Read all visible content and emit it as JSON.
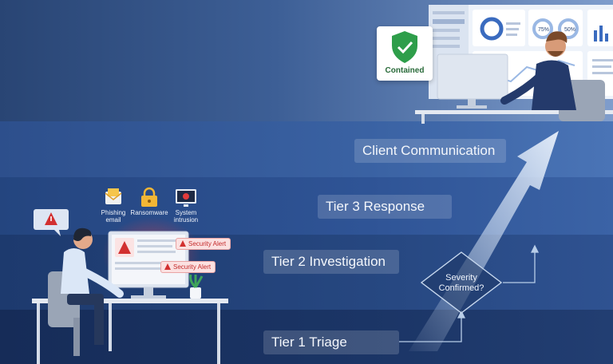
{
  "tiers": {
    "client_communication": "Client Communication",
    "tier3": "Tier 3 Response",
    "tier2": "Tier 2 Investigation",
    "tier1": "Tier 1 Triage"
  },
  "decision": {
    "line1": "Severity",
    "line2": "Confirmed?"
  },
  "threats": [
    {
      "line1": "Phishing",
      "line2": "email",
      "icon": "envelope-icon"
    },
    {
      "line1": "Ransomware",
      "line2": "",
      "icon": "padlock-icon"
    },
    {
      "line1": "System",
      "line2": "intrusion",
      "icon": "bug-monitor-icon"
    }
  ],
  "alerts": [
    "Security Alert",
    "Security Alert"
  ],
  "status": {
    "contained": "Contained"
  },
  "dashboard": {
    "gauge1": "75%",
    "gauge2": "50%"
  },
  "colors": {
    "alert_red": "#d23030",
    "shield_green": "#2e9e4a",
    "arrow": "#cfe0f5"
  }
}
